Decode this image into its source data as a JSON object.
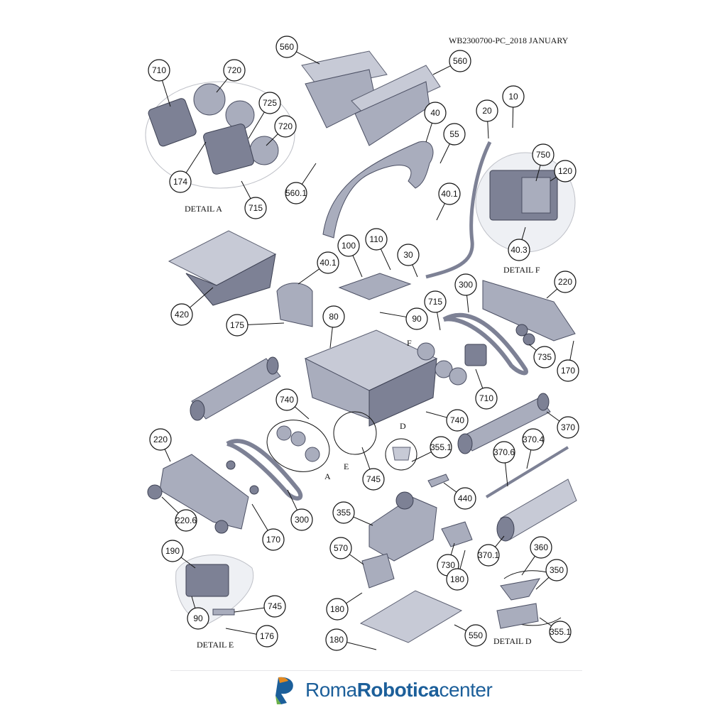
{
  "document_ref": "WB2300700-PC_2018 JANUARY",
  "detail_labels": {
    "a": "DETAIL A",
    "d": "DETAIL D",
    "e": "DETAIL E",
    "f": "DETAIL F"
  },
  "letter_labels": {
    "a": "A",
    "d": "D",
    "e": "E",
    "f": "F"
  },
  "callouts": [
    "710",
    "720",
    "725",
    "720",
    "174",
    "715",
    "560",
    "560",
    "560.1",
    "40",
    "55",
    "40.1",
    "20",
    "10",
    "750",
    "120",
    "40.3",
    "420",
    "100",
    "110",
    "30",
    "40.1",
    "175",
    "90",
    "80",
    "715",
    "300",
    "220",
    "735",
    "170",
    "740",
    "740",
    "355.1",
    "710",
    "370",
    "370.4",
    "370.6",
    "220",
    "745",
    "440",
    "300",
    "220.6",
    "170",
    "355",
    "730",
    "180",
    "370.1",
    "570",
    "360",
    "190",
    "350",
    "745",
    "90",
    "180",
    "176",
    "550",
    "355.1",
    "180"
  ],
  "logo": {
    "brand_regular": "Roma",
    "brand_bold": "Robotica",
    "brand_suffix": "center",
    "colors": {
      "blue": "#1c5f9a",
      "orange": "#e58a1f",
      "green": "#6bb04a"
    }
  }
}
